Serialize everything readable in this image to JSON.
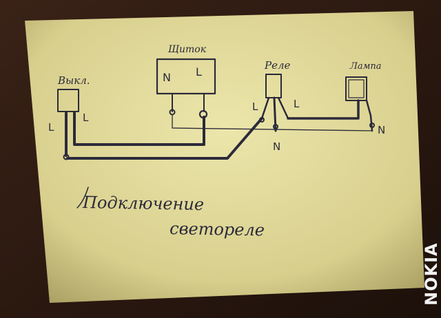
{
  "diagram": {
    "components": {
      "switch": {
        "label": "Выкл.",
        "left_terminal": "L",
        "right_terminal": "L"
      },
      "panel": {
        "label": "Щиток",
        "left_terminal": "N",
        "right_terminal": "L"
      },
      "relay": {
        "label": "Реле",
        "left_terminal": "L",
        "right_terminal": "L",
        "bottom_terminal": "N"
      },
      "lamp": {
        "label": "Лампа",
        "terminal": "N"
      }
    },
    "caption": {
      "line1": "Подключение",
      "line2": "светореле"
    }
  },
  "watermark": "NOKIA",
  "colors": {
    "paper": "#e4dc9c",
    "ink": "#2b2a3a",
    "background": "#2a1810"
  }
}
